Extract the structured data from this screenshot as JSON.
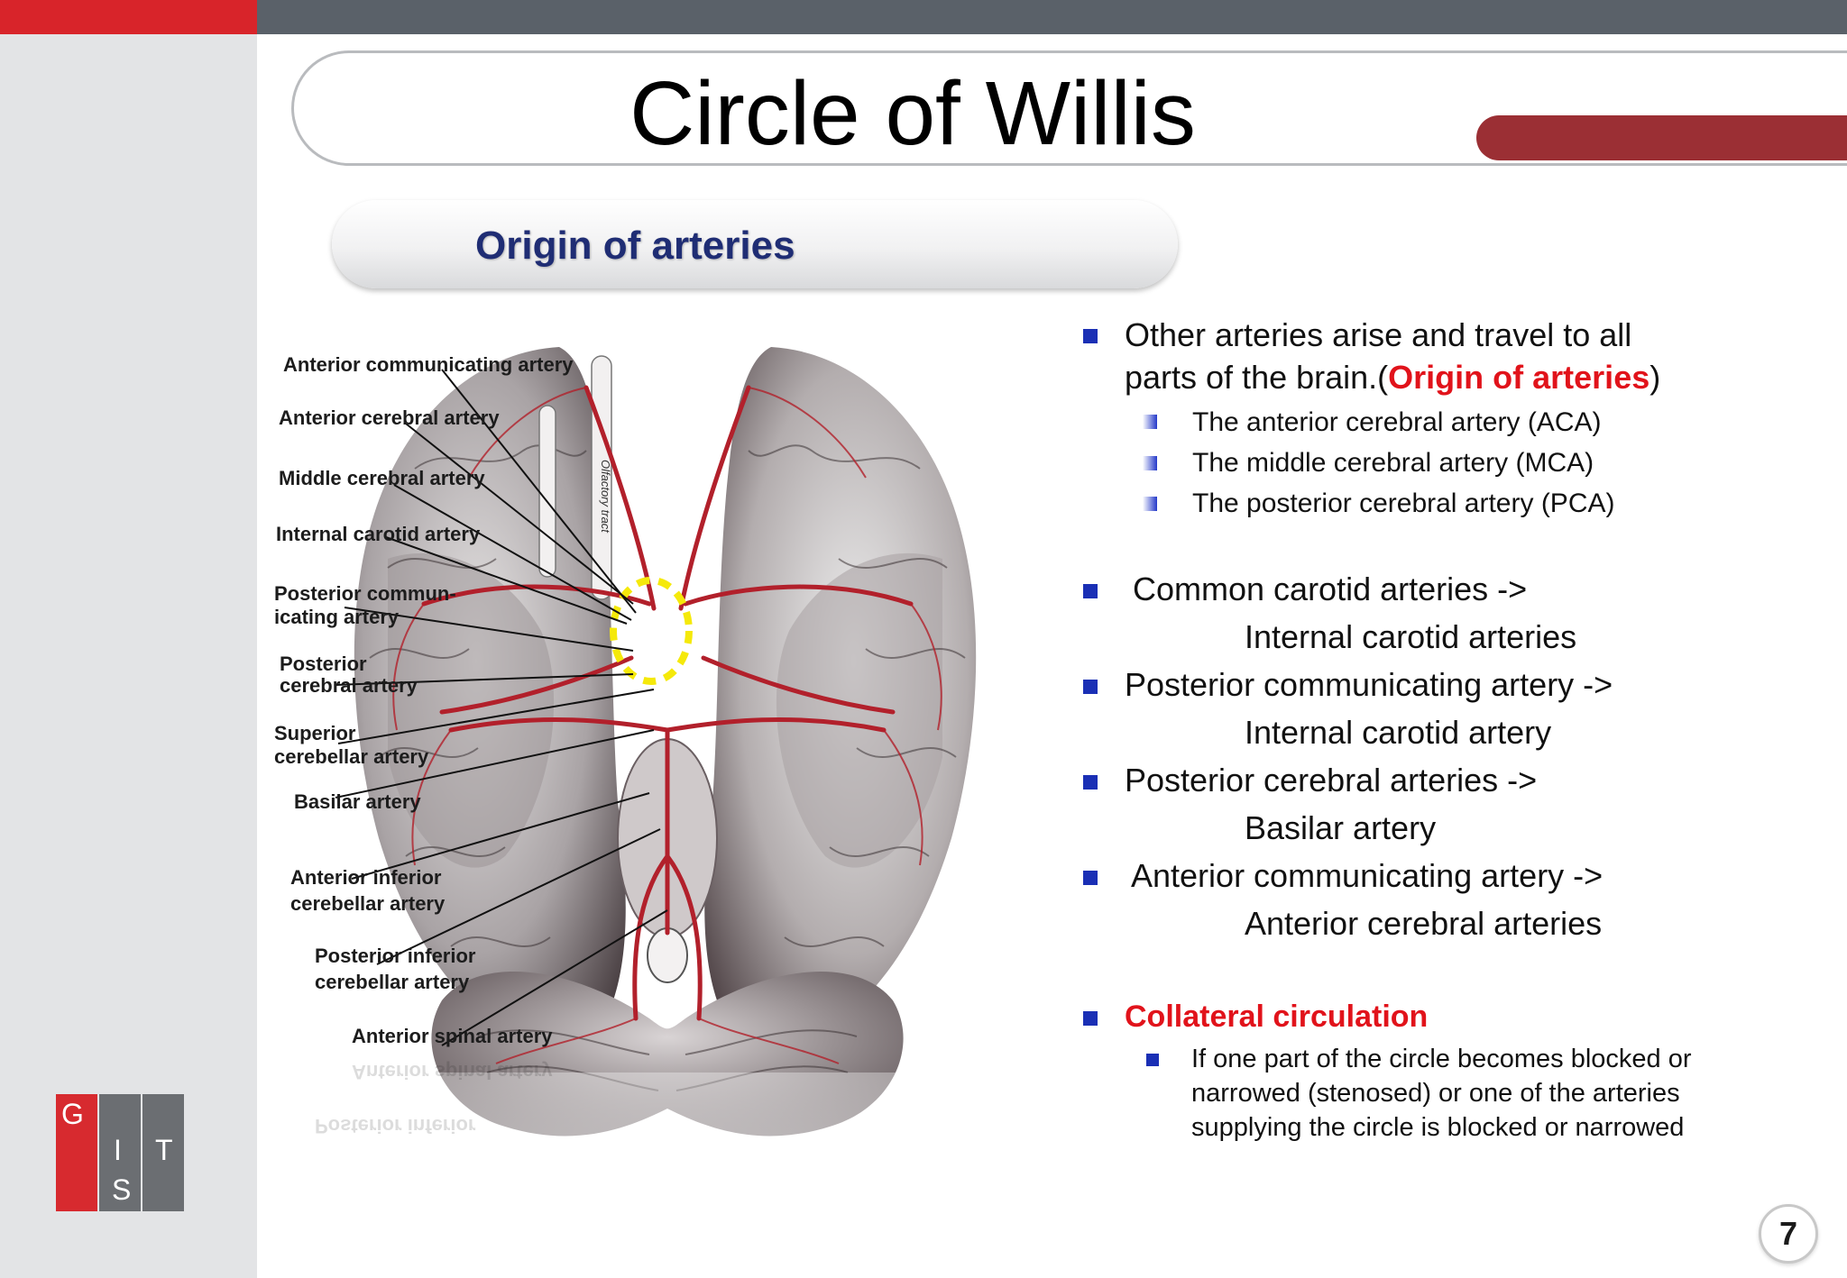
{
  "slide": {
    "title": "Circle of Willis",
    "subtitle": "Origin of arteries",
    "page_number": "7",
    "logo_letters": [
      "G",
      "I",
      "S",
      "T"
    ],
    "colors": {
      "accent_red": "#d8242a",
      "heading_blue": "#1f2d74",
      "bullet_blue": "#1a2fb5",
      "highlight_red": "#e1131b",
      "circle_highlight": "#f5e90a"
    }
  },
  "figure": {
    "labels": [
      "Anterior communicating artery",
      "Anterior cerebral artery",
      "Middle cerebral artery",
      "Internal carotid artery",
      "Posterior commun-",
      "icating artery",
      "Posterior",
      "cerebral artery",
      "Superior",
      "cerebellar artery",
      "Basilar artery",
      "Anterior inferior",
      "cerebellar artery",
      "Posterior inferior",
      "cerebellar artery",
      "Anterior spinal artery"
    ],
    "tract_label": "Olfactory tract"
  },
  "content": {
    "intro_before": "Other arteries arise and travel to all",
    "intro_line2_before": "parts of the brain.(",
    "intro_highlight": "Origin of arteries",
    "intro_after": ")",
    "sub_items": [
      "The anterior cerebral artery (ACA)",
      "The middle cerebral artery (MCA)",
      "The posterior cerebral artery (PCA)"
    ],
    "origins": [
      {
        "from": "Common carotid arteries ->",
        "to": "Internal carotid arteries"
      },
      {
        "from": "Posterior communicating artery ->",
        "to": "Internal carotid artery"
      },
      {
        "from": "Posterior cerebral arteries ->",
        "to": "Basilar artery"
      },
      {
        "from": "Anterior communicating artery ->",
        "to": "Anterior cerebral arteries"
      }
    ],
    "collateral_heading": "Collateral circulation",
    "collateral_lines": [
      "If one part of the circle becomes blocked or",
      "narrowed (stenosed) or one of the arteries",
      "supplying the circle is blocked or narrowed"
    ]
  }
}
